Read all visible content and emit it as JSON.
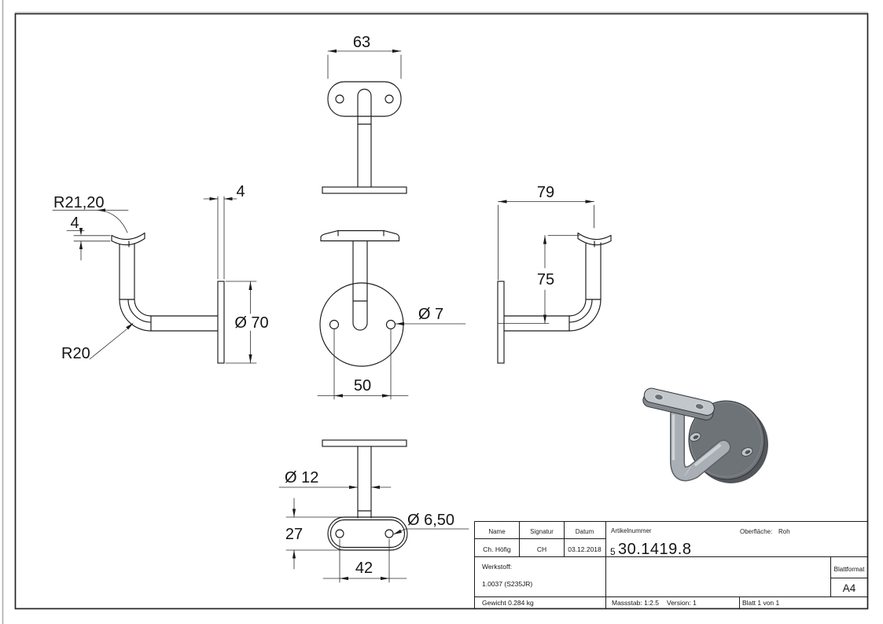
{
  "drawing": {
    "views": {
      "top": {
        "width": "63"
      },
      "left": {
        "saddle_radius": "R21,20",
        "saddle_thickness": "4",
        "plate_thickness": "4",
        "plate_diameter": "Ø 70",
        "bend_radius": "R20"
      },
      "front": {
        "hole_diameter": "Ø 7",
        "hole_spacing": "50"
      },
      "right": {
        "wall_offset": "79",
        "height": "75"
      },
      "bottom": {
        "tube_diameter": "Ø 12",
        "saddle_width": "27",
        "saddle_hole_diameter": "Ø 6,50",
        "saddle_hole_spacing": "42"
      }
    },
    "title_block": {
      "name_label": "Name",
      "signature_label": "Signatur",
      "date_label": "Datum",
      "article_label": "Artikelnummer",
      "surface_label": "Oberfläche:",
      "surface_value": "Roh",
      "name_value": "Ch. Höfig",
      "signature_value": "CH",
      "date_value": "03.12.2018",
      "article_prefix": "5",
      "article_number": "30.1419.8",
      "material_label": "Werkstoff:",
      "material_value": "1.0037 (S235JR)",
      "weight": "Gewicht 0.284 kg",
      "scale": "Massstab: 1:2.5",
      "version": "Version: 1",
      "sheet": "Blatt 1 von 1",
      "format_label": "Blattformat",
      "format_value": "A4"
    },
    "colors": {
      "line": "#1a1a1a",
      "render_plate": "#6e7378",
      "render_tube": "#a9afb4",
      "render_saddle": "#c2c7cc"
    }
  }
}
